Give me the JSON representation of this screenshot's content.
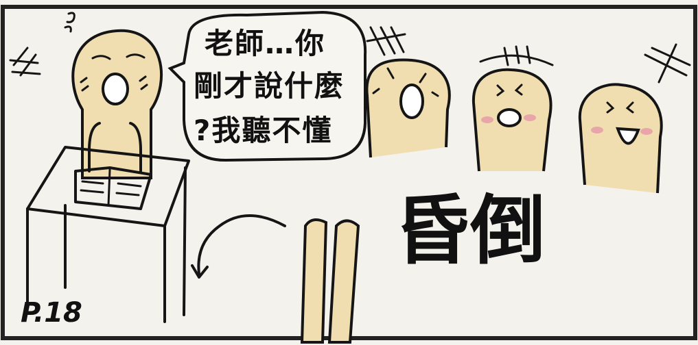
{
  "speech_bubble": {
    "line1": "老師…你",
    "line2": "剛才說什麼",
    "line3": "?我聽不懂"
  },
  "sound_effect": "昏倒",
  "page_number": "P.18",
  "colors": {
    "skin": "#f1deb0",
    "ink": "#151515",
    "paper": "#f4f2ec",
    "blush": "#e8a6a8"
  }
}
